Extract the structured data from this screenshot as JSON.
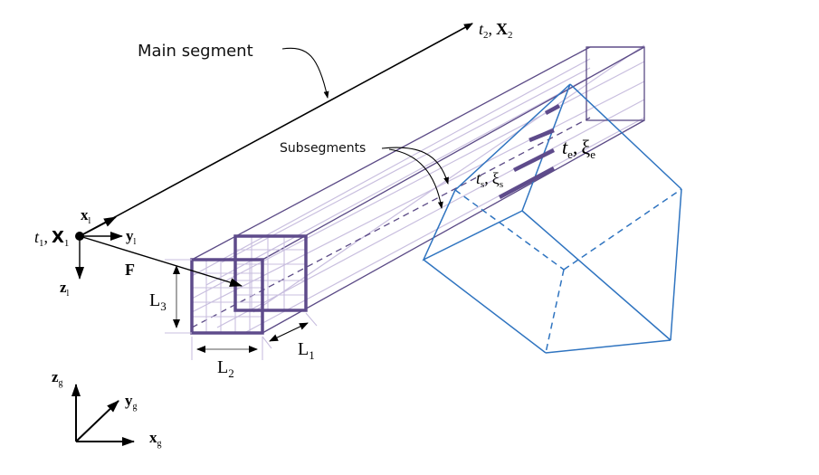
{
  "figure": {
    "labels": {
      "main_segment": "Main segment",
      "subsegments": "Subsegments",
      "start_time": "t",
      "start_time_sub": "1",
      "start_point": "X",
      "start_point_sub": "1",
      "end_time": "t",
      "end_time_sub": "2",
      "end_point": "X",
      "end_point_sub": "2",
      "local_x": "x",
      "local_x_sub": "l",
      "local_y": "y",
      "local_y_sub": "l",
      "local_z": "z",
      "local_z_sub": "l",
      "force": "F",
      "dim_L1": "L",
      "dim_L1_sub": "1",
      "dim_L2": "L",
      "dim_L2_sub": "2",
      "dim_L3": "L",
      "dim_L3_sub": "3",
      "sub_start_t": "t",
      "sub_start_t_sub": "s",
      "sub_start_xi": "ξ",
      "sub_start_xi_sub": "s",
      "sub_end_t": "t",
      "sub_end_t_sub": "e",
      "sub_end_xi": "ξ",
      "sub_end_xi_sub": "e",
      "global_x": "x",
      "global_x_sub": "g",
      "global_y": "y",
      "global_y_sub": "g",
      "global_z": "z",
      "global_z_sub": "g",
      "separator": ","
    },
    "colors": {
      "beam_outline": "#5b4a86",
      "beam_grid": "#c9bfdf",
      "cross_section": "#5e4b8b",
      "polyhedron": "#2f74c0",
      "arrows": "#000000"
    }
  }
}
